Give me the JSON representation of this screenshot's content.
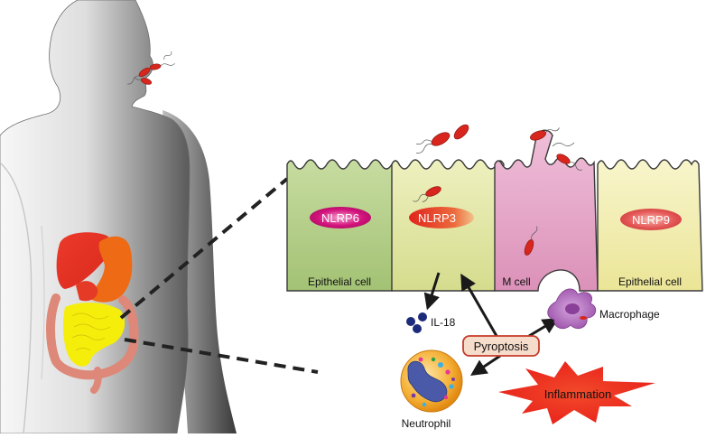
{
  "labels": {
    "nlrp6": "NLRP6",
    "nlrp3": "NLRP3",
    "nlrp9": "NLRP9",
    "epithelial_cell_left": "Epithelial cell",
    "m_cell": "M cell",
    "epithelial_cell_right": "Epithelial cell",
    "il18": "IL-18",
    "pyroptosis": "Pyroptosis",
    "macrophage": "Macrophage",
    "neutrophil": "Neutrophil",
    "inflammation": "Inflammation"
  },
  "colors": {
    "epithelial_green": "#b5cf8a",
    "epithelial_yellowgreen": "#e2e6a6",
    "m_cell_pink": "#e7a9c9",
    "epithelial_yellow": "#f1eeb0",
    "nlrp6_magenta": "#d4147e",
    "nlrp3_red": "#e6372c",
    "nlrp9_red": "#e65a5a",
    "bacteria_red": "#d8261e",
    "inflammation_red": "#e8221b",
    "pyroptosis_fill": "#f6dccb",
    "pyroptosis_border": "#c63b2a",
    "il18_blue": "#1b2a7a",
    "macrophage_purple": "#a25fae",
    "neutrophil_orange": "#f2a024",
    "body_gray": "#a8a8a8"
  }
}
